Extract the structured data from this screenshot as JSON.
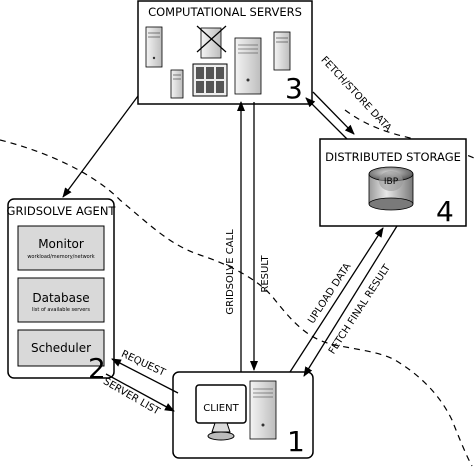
{
  "servers": {
    "title": "COMPUTATIONAL SERVERS",
    "number": "3"
  },
  "storage": {
    "title": "DISTRIBUTED STORAGE",
    "ibp_label": "IBP",
    "number": "4"
  },
  "agent": {
    "title": "GRIDSOLVE AGENT",
    "number": "2",
    "monitor": {
      "title": "Monitor",
      "subtitle": "workload/memory/network"
    },
    "database": {
      "title": "Database",
      "subtitle": "list of available servers"
    },
    "scheduler": {
      "title": "Scheduler"
    }
  },
  "client": {
    "label": "CLIENT",
    "number": "1"
  },
  "edges": {
    "fetch_store": "FETCH/STORE DATA",
    "gridsolve_call": "GRIDSOLVE CALL",
    "result": "RESULT",
    "upload_data": "UPLOAD DATA",
    "fetch_final": "FETCH FINAL RESULT",
    "request": "REQUEST",
    "server_list": "SERVER LIST"
  }
}
